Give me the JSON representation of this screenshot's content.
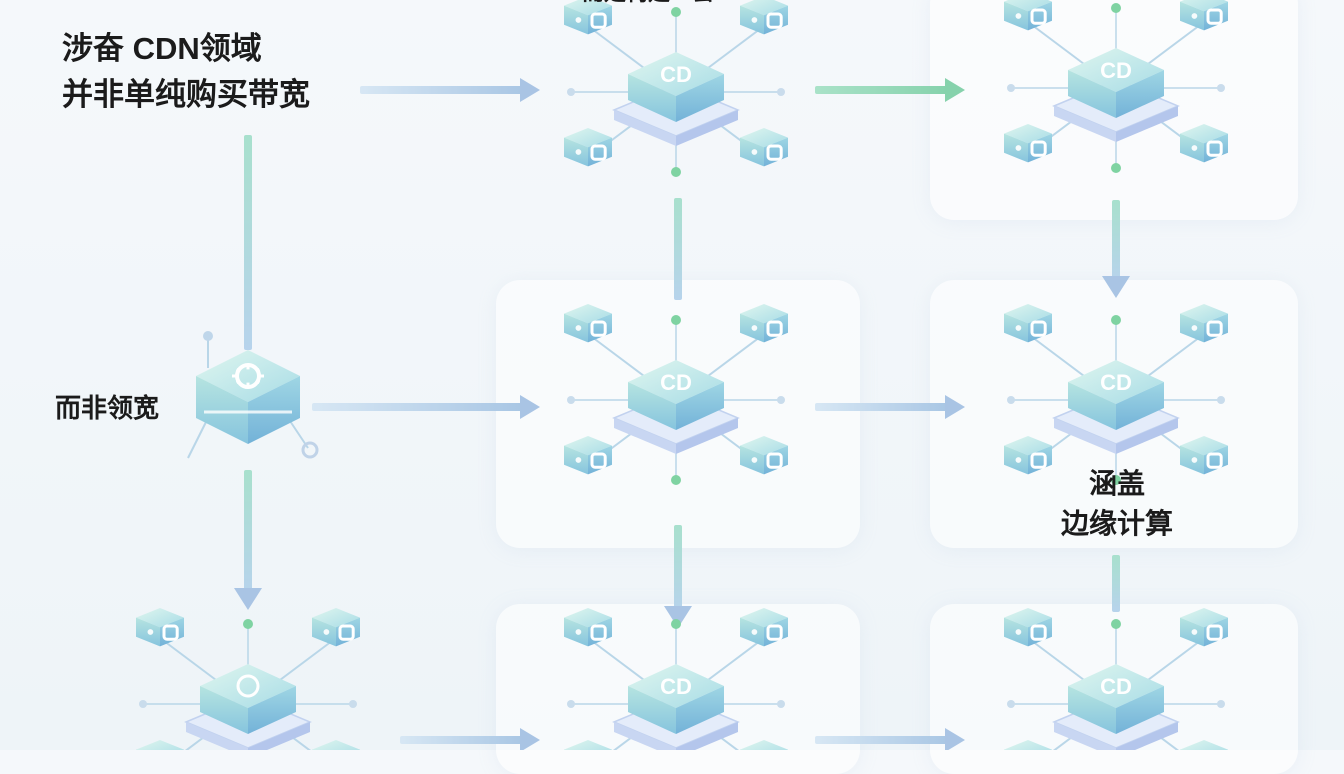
{
  "labels": {
    "top_left": "涉奋 CDN领域\n并非单纯购买带宽",
    "top_center": "而是构建一套",
    "mid_left": "而非领宽",
    "mid_right": "涵盖\n边缘计算"
  },
  "hubs": [
    {
      "id": "hub-top-center",
      "chip": "CD",
      "icons": [
        "link-icon",
        "list-icon",
        "square-icon",
        "square-icon"
      ]
    },
    {
      "id": "hub-top-right",
      "chip": "CD",
      "icons": [
        "leaf-icon",
        "tools-icon",
        "dot-icon",
        "drop-icon"
      ]
    },
    {
      "id": "hub-mid-center",
      "chip": "CD",
      "icons": [
        "key-icon",
        "list-icon",
        "cloud-icon",
        "dot-icon"
      ]
    },
    {
      "id": "hub-mid-right",
      "chip": "CD",
      "icons": [
        "square-icon",
        "tools-icon",
        "leaf-icon",
        "square-icon"
      ]
    },
    {
      "id": "hub-bot-left",
      "chip": "",
      "icons": [
        "link-icon",
        "funnel-icon"
      ]
    },
    {
      "id": "hub-bot-center",
      "chip": "CD",
      "icons": [
        "list-icon",
        "chart-icon"
      ]
    },
    {
      "id": "hub-bot-right",
      "chip": "CD",
      "icons": [
        "refresh-icon",
        "list-icon"
      ]
    }
  ],
  "colors": {
    "cube_light": "#d8f1ee",
    "cube_mid": "#9ed7e0",
    "cube_dark": "#6cb4d8",
    "accent_green": "#7fd3a2",
    "arrow_blue": "#a9c4e4",
    "line": "#b9d6e8",
    "text": "#1b1b1b"
  }
}
